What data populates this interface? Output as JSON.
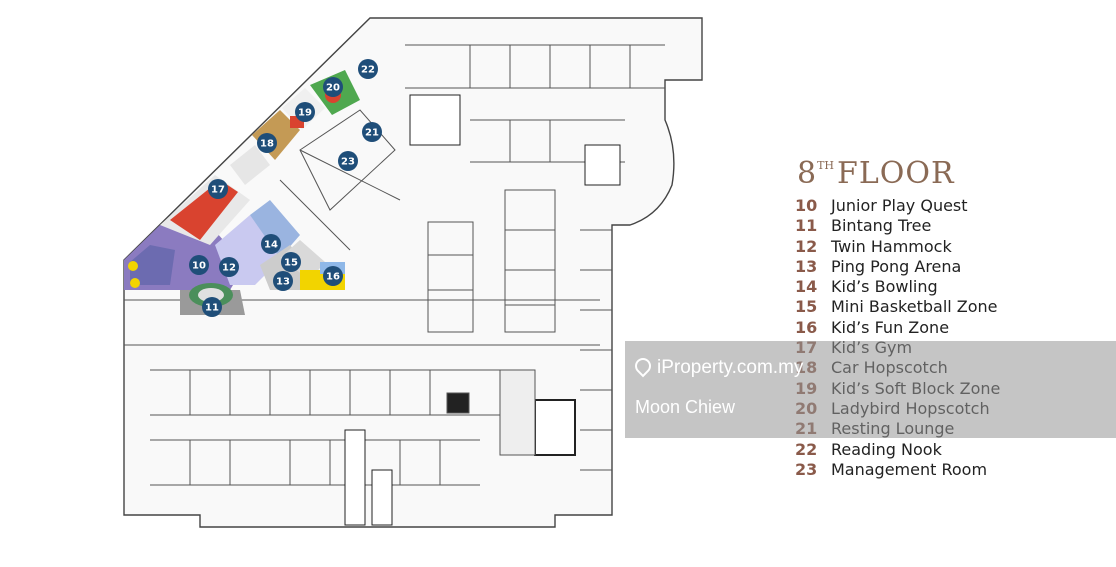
{
  "legend": {
    "title_sup": "TH",
    "title_number": "8",
    "title_text": "FLOOR",
    "items": [
      {
        "num": "10",
        "label": "Junior Play Quest"
      },
      {
        "num": "11",
        "label": "Bintang Tree"
      },
      {
        "num": "12",
        "label": "Twin Hammock"
      },
      {
        "num": "13",
        "label": "Ping Pong Arena"
      },
      {
        "num": "14",
        "label": "Kid’s Bowling"
      },
      {
        "num": "15",
        "label": "Mini Basketball Zone"
      },
      {
        "num": "16",
        "label": "Kid’s Fun Zone"
      },
      {
        "num": "17",
        "label": "Kid’s Gym"
      },
      {
        "num": "18",
        "label": "Car Hopscotch"
      },
      {
        "num": "19",
        "label": "Kid’s Soft Block Zone"
      },
      {
        "num": "20",
        "label": "Ladybird Hopscotch"
      },
      {
        "num": "21",
        "label": "Resting Lounge"
      },
      {
        "num": "22",
        "label": "Reading Nook"
      },
      {
        "num": "23",
        "label": "Management Room"
      }
    ]
  },
  "markers": [
    "22",
    "20",
    "19",
    "21",
    "18",
    "23",
    "17",
    "14",
    "10",
    "12",
    "15",
    "13",
    "16",
    "11"
  ],
  "watermark": {
    "site": "iProperty.com.my",
    "agent": "Moon Chiew"
  },
  "colors": {
    "accent": "#8a6a55",
    "marker": "#1f4e79"
  }
}
